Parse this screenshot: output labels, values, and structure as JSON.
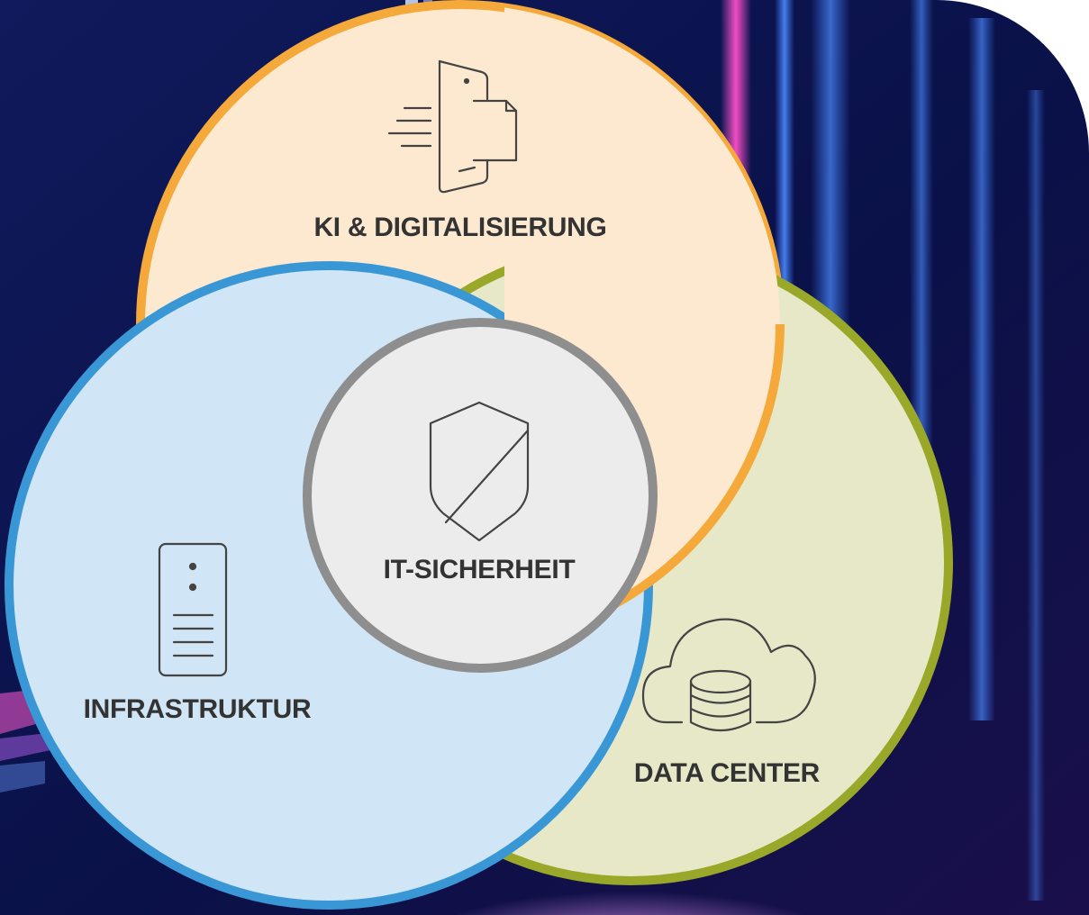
{
  "diagram": {
    "circles": [
      {
        "id": "ki",
        "label": "KI & DIGITALISIERUNG",
        "icon": "document-tablet-icon",
        "fill": "#fde9cf",
        "stroke": "#f5a93a"
      },
      {
        "id": "dc",
        "label": "DATA CENTER",
        "icon": "cloud-database-icon",
        "fill": "#e6e8c8",
        "stroke": "#9aa82a"
      },
      {
        "id": "infra",
        "label": "INFRASTRUKTUR",
        "icon": "server-tower-icon",
        "fill": "#d0e5f5",
        "stroke": "#3a97d6"
      },
      {
        "id": "sec",
        "label": "IT-SICHERHEIT",
        "icon": "shield-icon",
        "fill": "#ececec",
        "stroke": "#8e8e8e"
      }
    ]
  },
  "colors": {
    "background_dark": "#0b1450",
    "accent_pink": "#e23bb8",
    "accent_blue": "#2f6cf0"
  }
}
